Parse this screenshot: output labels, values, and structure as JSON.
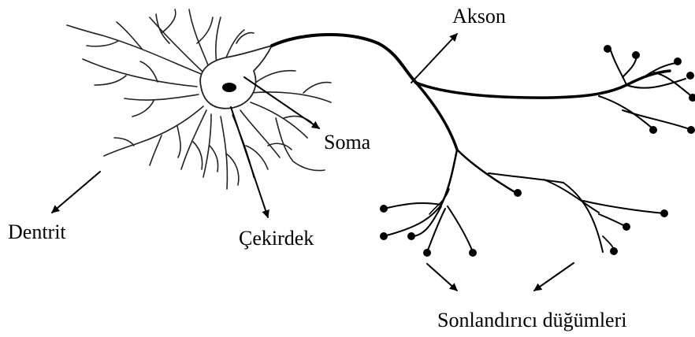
{
  "labels": {
    "akson": "Akson",
    "soma": "Soma",
    "dentrit": "Dentrit",
    "cekirdek": "Çekirdek",
    "sonlandirici": "Sonlandırıcı düğümleri"
  }
}
